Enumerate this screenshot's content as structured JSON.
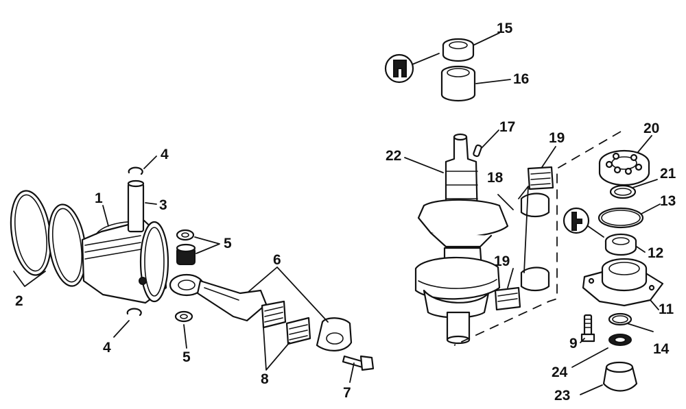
{
  "diagram": {
    "callouts": [
      {
        "id": "1",
        "label": "1"
      },
      {
        "id": "2",
        "label": "2"
      },
      {
        "id": "3",
        "label": "3"
      },
      {
        "id": "4a",
        "label": "4"
      },
      {
        "id": "4b",
        "label": "4"
      },
      {
        "id": "5a",
        "label": "5"
      },
      {
        "id": "5b",
        "label": "5"
      },
      {
        "id": "6",
        "label": "6"
      },
      {
        "id": "7",
        "label": "7"
      },
      {
        "id": "8",
        "label": "8"
      },
      {
        "id": "9",
        "label": "9"
      },
      {
        "id": "11",
        "label": "11"
      },
      {
        "id": "12",
        "label": "12"
      },
      {
        "id": "13",
        "label": "13"
      },
      {
        "id": "14",
        "label": "14"
      },
      {
        "id": "15",
        "label": "15"
      },
      {
        "id": "16",
        "label": "16"
      },
      {
        "id": "17",
        "label": "17"
      },
      {
        "id": "18",
        "label": "18"
      },
      {
        "id": "19a",
        "label": "19"
      },
      {
        "id": "19b",
        "label": "19"
      },
      {
        "id": "20",
        "label": "20"
      },
      {
        "id": "21",
        "label": "21"
      },
      {
        "id": "22",
        "label": "22"
      },
      {
        "id": "23",
        "label": "23"
      },
      {
        "id": "24",
        "label": "24"
      }
    ]
  }
}
